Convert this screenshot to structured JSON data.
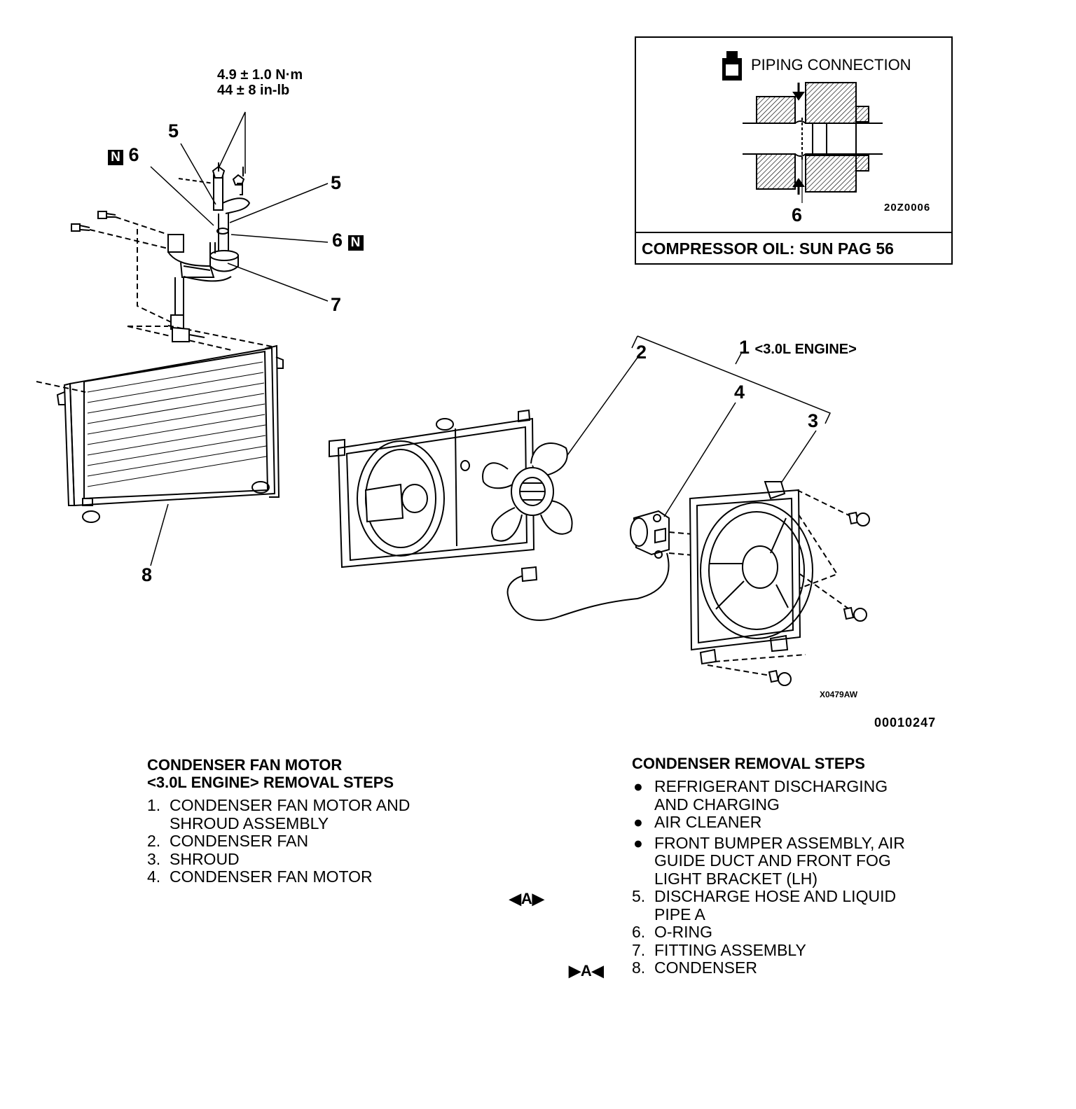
{
  "diagram": {
    "torque": {
      "line1": "4.9 ± 1.0 N·m",
      "line2": "44 ± 8 in-lb"
    },
    "callouts": {
      "c5a": "5",
      "c6a": "6",
      "c5b": "5",
      "c6b": "6",
      "c7": "7",
      "c8": "8",
      "c2": "2",
      "c1": "1",
      "c1_label": "<3.0L ENGINE>",
      "c4": "4",
      "c3": "3"
    },
    "new_part_marker": "N",
    "figure_code": "X0479AW",
    "figure_id": "00010247"
  },
  "inset": {
    "title": "PIPING CONNECTION",
    "callout": "6",
    "code": "20Z0006",
    "footer": "COMPRESSOR OIL: SUN PAG 56"
  },
  "fan_motor_steps": {
    "heading_line1": "CONDENSER FAN MOTOR",
    "heading_line2": "<3.0L ENGINE> REMOVAL STEPS",
    "items": [
      {
        "num": "1.",
        "text": "CONDENSER FAN MOTOR AND",
        "text2": "SHROUD ASSEMBLY"
      },
      {
        "num": "2.",
        "text": "CONDENSER FAN"
      },
      {
        "num": "3.",
        "text": "SHROUD"
      },
      {
        "num": "4.",
        "text": "CONDENSER FAN MOTOR"
      }
    ]
  },
  "condenser_steps": {
    "heading": "CONDENSER REMOVAL STEPS",
    "bullets": [
      {
        "text": "REFRIGERANT DISCHARGING",
        "text2": "AND CHARGING"
      },
      {
        "text": "AIR CLEANER"
      },
      {
        "text": "FRONT BUMPER ASSEMBLY, AIR",
        "text2": "GUIDE DUCT AND FRONT FOG",
        "text3": "LIGHT BRACKET (LH)"
      }
    ],
    "items": [
      {
        "num": "5.",
        "text": "DISCHARGE HOSE AND LIQUID",
        "text2": "PIPE A"
      },
      {
        "num": "6.",
        "text": "O-RING"
      },
      {
        "num": "7.",
        "text": "FITTING ASSEMBLY"
      },
      {
        "num": "8.",
        "text": "CONDENSER"
      }
    ],
    "markers": {
      "remove": "◀A▶",
      "install": "▶A◀"
    }
  }
}
